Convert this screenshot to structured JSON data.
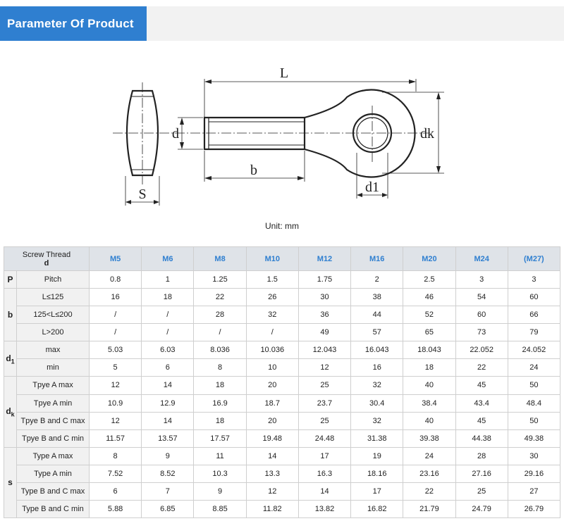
{
  "header": {
    "title": "Parameter Of Product"
  },
  "diagram": {
    "labels": {
      "L": "L",
      "d": "d",
      "dk": "dk",
      "b": "b",
      "d1": "d1",
      "S": "S"
    }
  },
  "unit": "Unit: mm",
  "table": {
    "corner_line1": "Screw Thread",
    "corner_line2": "d",
    "sizes": [
      "M5",
      "M6",
      "M8",
      "M10",
      "M12",
      "M16",
      "M20",
      "M24",
      "(M27)"
    ],
    "groups": [
      {
        "symbol": "P",
        "rows": [
          {
            "label": "Pitch",
            "values": [
              "0.8",
              "1",
              "1.25",
              "1.5",
              "1.75",
              "2",
              "2.5",
              "3",
              "3"
            ]
          }
        ]
      },
      {
        "symbol": "b",
        "rows": [
          {
            "label": "L≤125",
            "values": [
              "16",
              "18",
              "22",
              "26",
              "30",
              "38",
              "46",
              "54",
              "60"
            ]
          },
          {
            "label": "125<L≤200",
            "values": [
              "/",
              "/",
              "28",
              "32",
              "36",
              "44",
              "52",
              "60",
              "66"
            ]
          },
          {
            "label": "L>200",
            "values": [
              "/",
              "/",
              "/",
              "/",
              "49",
              "57",
              "65",
              "73",
              "79"
            ]
          }
        ]
      },
      {
        "symbol": "d1",
        "rows": [
          {
            "label": "max",
            "values": [
              "5.03",
              "6.03",
              "8.036",
              "10.036",
              "12.043",
              "16.043",
              "18.043",
              "22.052",
              "24.052"
            ]
          },
          {
            "label": "min",
            "values": [
              "5",
              "6",
              "8",
              "10",
              "12",
              "16",
              "18",
              "22",
              "24"
            ]
          }
        ]
      },
      {
        "symbol": "dk",
        "rows": [
          {
            "label": "Tpye A max",
            "values": [
              "12",
              "14",
              "18",
              "20",
              "25",
              "32",
              "40",
              "45",
              "50"
            ]
          },
          {
            "label": "Tpye A min",
            "values": [
              "10.9",
              "12.9",
              "16.9",
              "18.7",
              "23.7",
              "30.4",
              "38.4",
              "43.4",
              "48.4"
            ]
          },
          {
            "label": "Tpye B and C max",
            "values": [
              "12",
              "14",
              "18",
              "20",
              "25",
              "32",
              "40",
              "45",
              "50"
            ]
          },
          {
            "label": "Tpye B and C min",
            "values": [
              "11.57",
              "13.57",
              "17.57",
              "19.48",
              "24.48",
              "31.38",
              "39.38",
              "44.38",
              "49.38"
            ]
          }
        ]
      },
      {
        "symbol": "s",
        "rows": [
          {
            "label": "Type A max",
            "values": [
              "8",
              "9",
              "11",
              "14",
              "17",
              "19",
              "24",
              "28",
              "30"
            ]
          },
          {
            "label": "Type A min",
            "values": [
              "7.52",
              "8.52",
              "10.3",
              "13.3",
              "16.3",
              "18.16",
              "23.16",
              "27.16",
              "29.16"
            ]
          },
          {
            "label": "Type B and C max",
            "values": [
              "6",
              "7",
              "9",
              "12",
              "14",
              "17",
              "22",
              "25",
              "27"
            ]
          },
          {
            "label": "Type B and C min",
            "values": [
              "5.88",
              "6.85",
              "8.85",
              "11.82",
              "13.82",
              "16.82",
              "21.79",
              "24.79",
              "26.79"
            ]
          }
        ]
      }
    ]
  }
}
